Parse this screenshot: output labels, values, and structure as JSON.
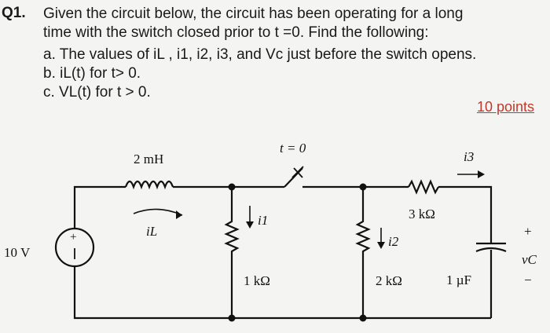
{
  "question": {
    "number": "Q1.",
    "line1": "Given the circuit below, the circuit has been operating for a long",
    "line2": "time with the switch closed prior to t =0. Find the following:",
    "part_a": "a. The values of iL , i1, i2, i3, and Vc just before the switch opens.",
    "part_b": "b. iL(t) for t> 0.",
    "part_c": "c. VL(t) for t > 0.",
    "points": "10 points"
  },
  "circuit": {
    "source_label": "10 V",
    "inductor_label": "2 mH",
    "switch_label": "t = 0",
    "current_iL": "iL",
    "current_i1": "i1",
    "current_i2": "i2",
    "current_i3": "i3",
    "r1_label": "1 kΩ",
    "r2_label": "2 kΩ",
    "r3_label": "3 kΩ",
    "cap_label": "1 µF",
    "vc_label": "vC",
    "vc_plus": "+",
    "vc_minus": "−"
  }
}
